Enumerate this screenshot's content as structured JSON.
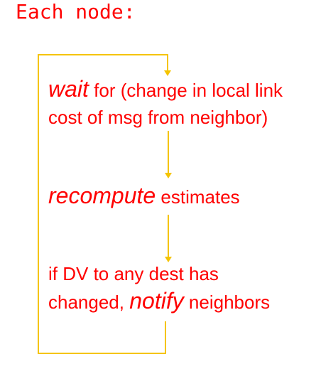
{
  "title": "Each node:",
  "steps": [
    {
      "keyword": "wait",
      "line1_rest": " for (change in local link",
      "line2": "cost of msg from neighbor)"
    },
    {
      "keyword": "recompute",
      "rest": " estimates"
    },
    {
      "line1": "if DV to any dest has",
      "line2_prefix": "changed, ",
      "keyword": "notify",
      "line2_rest": " neighbors"
    }
  ],
  "colors": {
    "text": "#ff0000",
    "flow": "#f5c400"
  }
}
